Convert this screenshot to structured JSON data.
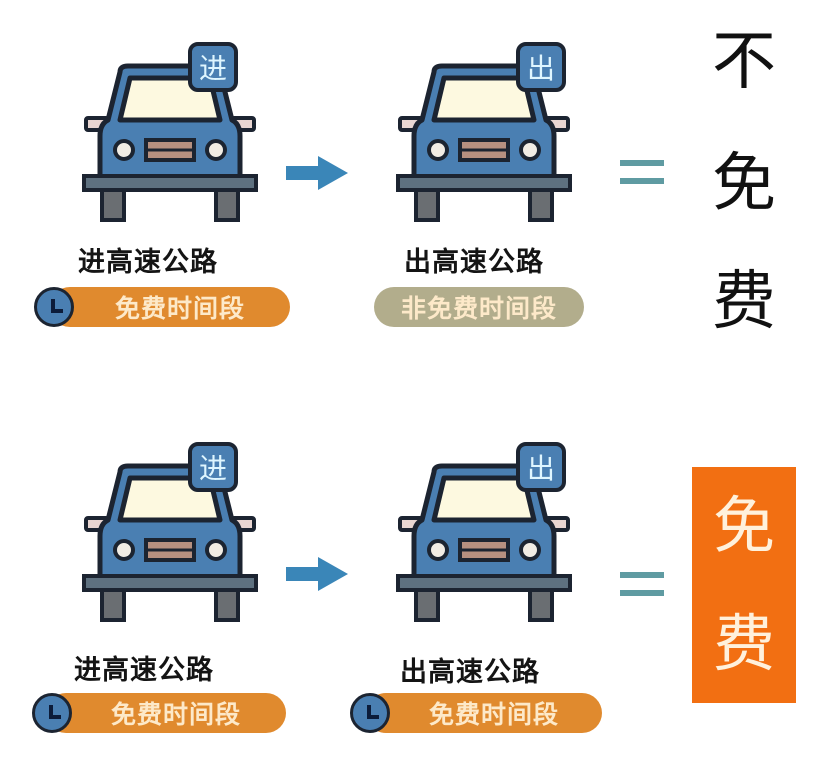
{
  "colors": {
    "car_body": "#4a7fb2",
    "outline": "#1c2431",
    "windshield": "#fdf9e0",
    "orange_pill": "#e08a2e",
    "grey_pill": "#b2ad8c",
    "arrow": "#3a86b8",
    "equals": "#5f9ba2",
    "free_box": "#f26f12"
  },
  "rows": [
    {
      "enter": {
        "badge": "进",
        "label": "进高速公路",
        "time_pill": "免费时间段",
        "time_pill_style": "orange",
        "clock_icon": "clock-icon"
      },
      "exit": {
        "badge": "出",
        "label": "出高速公路",
        "time_pill": "非免费时间段",
        "time_pill_style": "grey",
        "clock_icon": null
      },
      "arrow_icon": "arrow-right-icon",
      "equals_icon": "equals-icon",
      "result": {
        "chars": [
          "不",
          "免",
          "费"
        ],
        "text": "不免费",
        "style": "plain"
      }
    },
    {
      "enter": {
        "badge": "进",
        "label": "进高速公路",
        "time_pill": "免费时间段",
        "time_pill_style": "orange",
        "clock_icon": "clock-icon"
      },
      "exit": {
        "badge": "出",
        "label": "出高速公路",
        "time_pill": "免费时间段",
        "time_pill_style": "orange",
        "clock_icon": "clock-icon"
      },
      "arrow_icon": "arrow-right-icon",
      "equals_icon": "equals-icon",
      "result": {
        "chars": [
          "免",
          "费"
        ],
        "text": "免费",
        "style": "orange-box"
      }
    }
  ]
}
